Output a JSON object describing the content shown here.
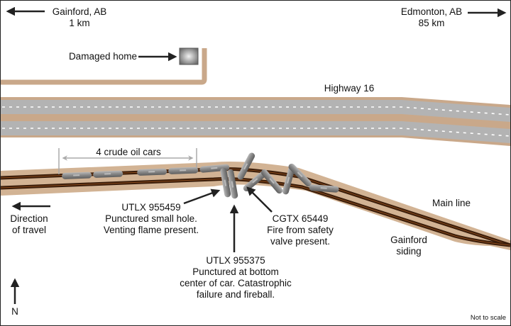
{
  "figure": {
    "type": "accident site schematic",
    "scale_note": "Not to scale"
  },
  "directions": {
    "west": {
      "place": "Gainford, AB",
      "distance": "1 km",
      "icon": "arrow-left-icon"
    },
    "east": {
      "place": "Edmonton, AB",
      "distance": "85 km",
      "icon": "arrow-right-icon"
    }
  },
  "damaged_home": {
    "label": "Damaged home",
    "icon": "house-icon"
  },
  "highway": {
    "label": "Highway 16",
    "lanes_groups": 2
  },
  "train": {
    "group_label": "4 crude oil cars",
    "direction_label_line1": "Direction",
    "direction_label_line2": "of travel"
  },
  "callouts": [
    {
      "id": "UTLX 955459",
      "line1": "UTLX 955459",
      "line2": "Punctured small hole.",
      "line3": "Venting flame present."
    },
    {
      "id": "CGTX 65449",
      "line1": "CGTX 65449",
      "line2": "Fire from safety",
      "line3": "valve present."
    },
    {
      "id": "UTLX 955375",
      "line1": "UTLX 955375",
      "line2": "Punctured at bottom",
      "line3": "center of car. Catastrophic",
      "line4": "failure and fireball."
    }
  ],
  "tracks": {
    "main_line_label": "Main line",
    "siding_label_line1": "Gainford",
    "siding_label_line2": "siding"
  },
  "north_arrow": {
    "label": "N",
    "icon": "north-arrow-icon"
  },
  "colors": {
    "road_shoulder": "#c9a88a",
    "road_surface": "#b3b3b3",
    "lane_dash": "#ffffff",
    "rail_bed": "#d2b394",
    "rail": "#3a1d0a",
    "rail_highlight": "#8a4a1c",
    "tank_car": "#8e8e8e",
    "arrow": "#222222",
    "bracket": "#aaaaaa"
  }
}
